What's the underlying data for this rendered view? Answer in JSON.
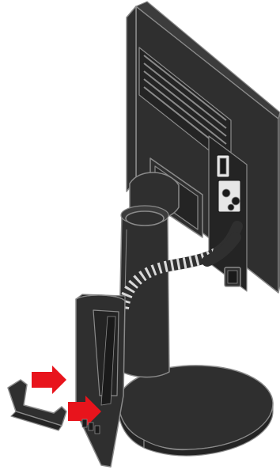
{
  "illustration": {
    "subject": "monitor-rear-cable-management",
    "colors": {
      "background": "#ffffff",
      "body": "#2f2f2f",
      "body_dark": "#242424",
      "body_light": "#3c3c3c",
      "outline": "#8a8a8a",
      "detail": "#1a1a1a",
      "highlight": "#d9d9d9",
      "connector": "#e6e6e6",
      "arrow": "#e8141c"
    },
    "arrows": [
      {
        "name": "attach-arrow-upper",
        "direction": "right"
      },
      {
        "name": "attach-arrow-lower",
        "direction": "right"
      }
    ]
  }
}
